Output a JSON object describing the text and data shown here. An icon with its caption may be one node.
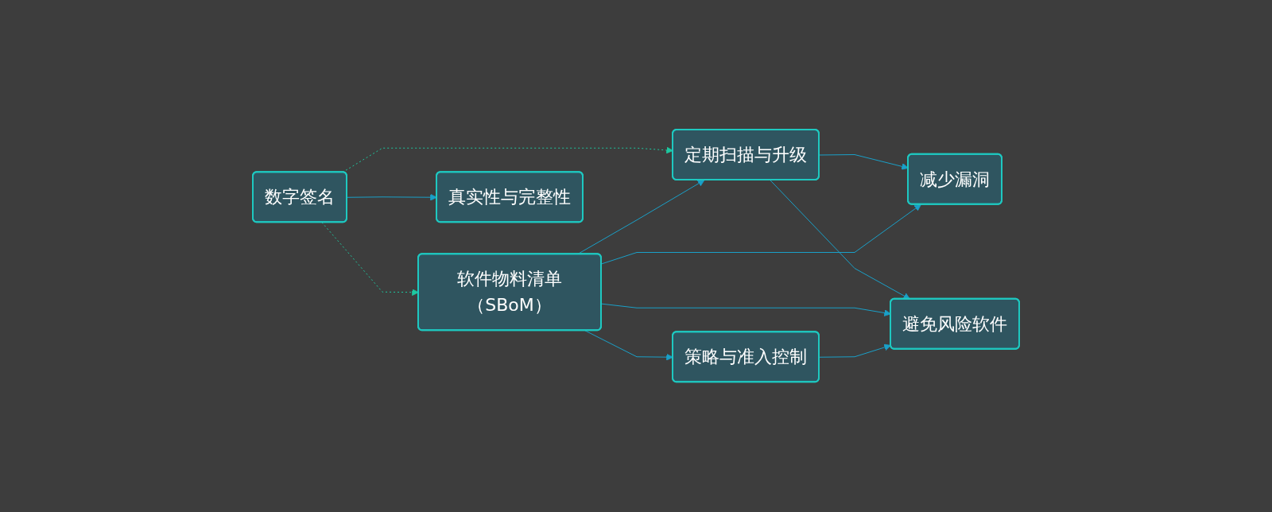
{
  "diagram": {
    "nodes": [
      {
        "text": [
          "数字签名"
        ]
      },
      {
        "text": [
          "定期扫描与升级"
        ]
      },
      {
        "text": [
          "软件物料清单（SBoM）"
        ]
      },
      {
        "text": [
          "策略与准入控制"
        ]
      },
      {
        "text": [
          "真实性与完整性"
        ]
      },
      {
        "text": [
          "减少漏洞"
        ]
      },
      {
        "text": [
          "避免风险软件"
        ]
      }
    ],
    "edges": [
      {
        "from": 0,
        "to": 4,
        "arrow": "to"
      },
      {
        "from": 0,
        "to": 1,
        "arrow": "to",
        "style": "dashed"
      },
      {
        "from": 0,
        "to": 2,
        "arrow": "to",
        "style": "dashed"
      },
      {
        "from": 2,
        "to": 1,
        "arrow": "to"
      },
      {
        "from": 2,
        "to": 3,
        "arrow": "to"
      },
      {
        "from": 1,
        "to": 5,
        "arrow": "to"
      },
      {
        "from": 1,
        "to": 6,
        "arrow": "to"
      },
      {
        "from": 2,
        "to": 5,
        "arrow": "to"
      },
      {
        "from": 2,
        "to": 6,
        "arrow": "to"
      },
      {
        "from": 3,
        "to": 6,
        "arrow": "to"
      }
    ]
  }
}
